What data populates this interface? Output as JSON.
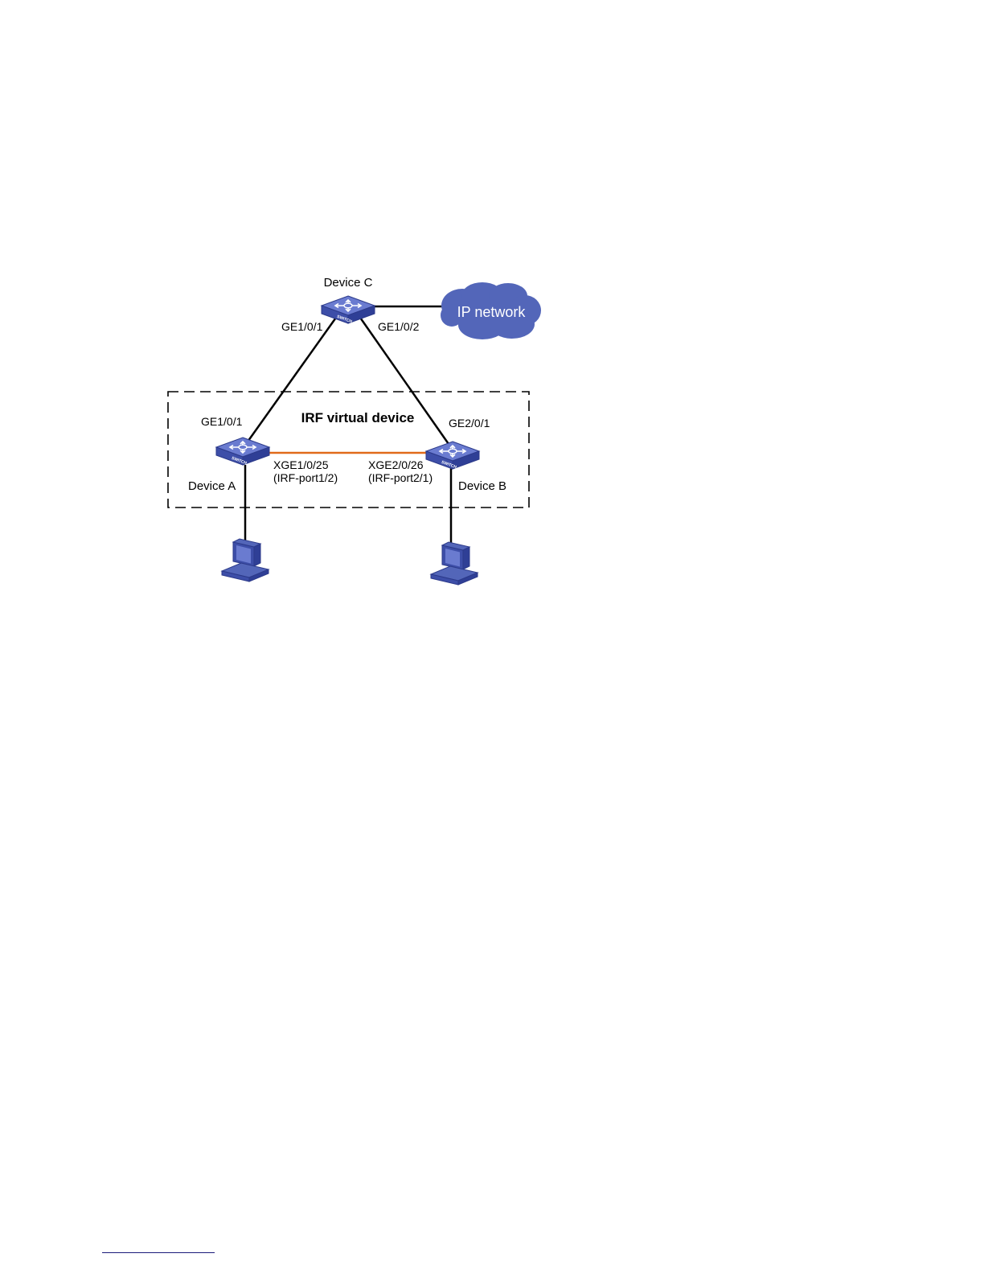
{
  "diagram": {
    "title": "IRF virtual device",
    "device_c": {
      "name": "Device C",
      "switch_label": "SWITCH"
    },
    "device_a": {
      "name": "Device A",
      "switch_label": "SWITCH"
    },
    "device_b": {
      "name": "Device B",
      "switch_label": "SWITCH"
    },
    "cloud": {
      "label": "IP network"
    },
    "ports": {
      "c_left": "GE1/0/1",
      "c_right": "GE1/0/2",
      "a_up": "GE1/0/1",
      "b_up": "GE2/0/1",
      "a_irf": "XGE1/0/25",
      "a_irf_port": "(IRF-port1/2)",
      "b_irf": "XGE2/0/26",
      "b_irf_port": "(IRF-port2/1)"
    },
    "colors": {
      "device_blue": "#3d4ea8",
      "device_light": "#6a7bd0",
      "cloud_blue": "#5366b9",
      "irf_link": "#e06a1a"
    }
  }
}
